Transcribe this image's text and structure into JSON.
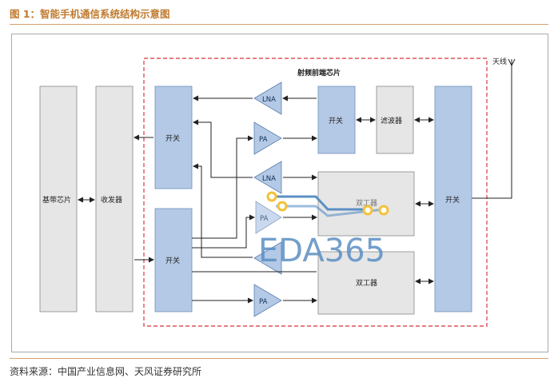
{
  "header": {
    "title": "图 1：智能手机通信系统结构示意图"
  },
  "footer": {
    "source": "资料来源：中国产业信息网、天风证券研究所"
  },
  "diagram": {
    "rf_frontend_label": "射频前端芯片",
    "antenna_label": "天线",
    "baseband": "基带芯片",
    "transceiver": "收发器",
    "switch": "开关",
    "filter": "滤波器",
    "duplexer": "双工器",
    "lna": "LNA",
    "pa": "PA"
  },
  "watermark": "EDA365",
  "colors": {
    "blue_block": "#b4c9e6",
    "grey_block": "#e6e6e6",
    "dashed_border": "#e0525a",
    "title": "#c07a2f"
  }
}
